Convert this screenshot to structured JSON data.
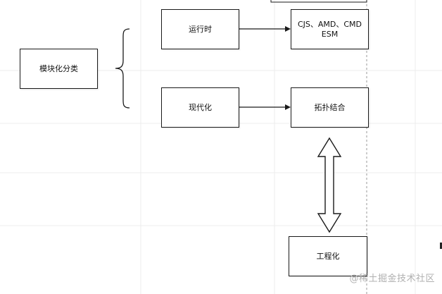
{
  "diagram": {
    "root": {
      "label": "模块化分类"
    },
    "branches": [
      {
        "label": "运行时",
        "target": "CJS、AMD、CMD ESM",
        "target_lines": [
          "CJS、AMD、CMD",
          "ESM"
        ]
      },
      {
        "label": "现代化",
        "target": "拓扑结合"
      }
    ],
    "bottom_node": {
      "label": "工程化"
    },
    "relation": "拓扑结合 ⇕ 工程化"
  },
  "colors": {
    "line": "#1a1a1a",
    "grid": "#ececec",
    "background": "#ffffff",
    "watermark": "#b0b0b0"
  },
  "watermark": "@稀土掘金技术社区"
}
